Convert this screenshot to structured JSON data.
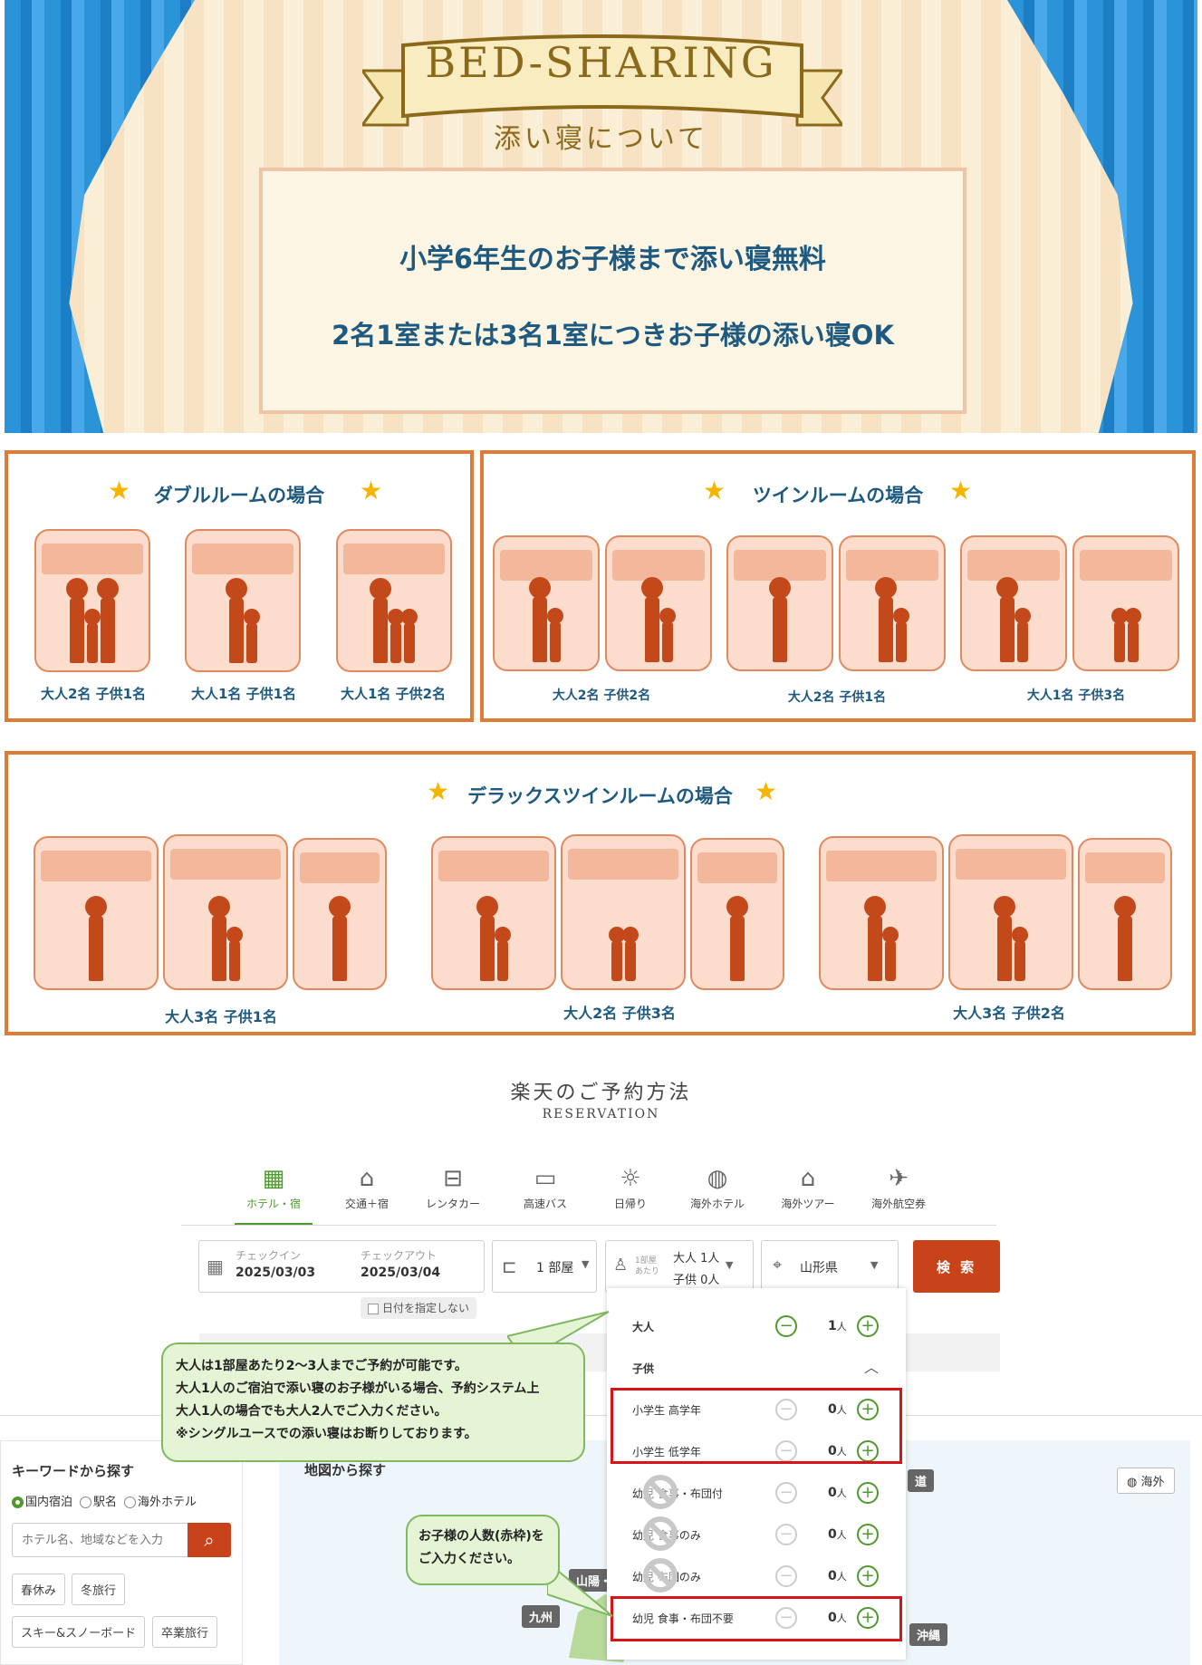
{
  "hero": {
    "banner_title": "BED-SHARING",
    "banner_subtitle": "添い寝について",
    "line1": "小学6年生のお子様まで添い寝無料",
    "line2": "2名1室または3名1室につきお子様の添い寝OK"
  },
  "double_room": {
    "title": "ダブルルームの場合",
    "captions": [
      "大人2名 子供1名",
      "大人1名 子供1名",
      "大人1名 子供2名"
    ]
  },
  "twin_room": {
    "title": "ツインルームの場合",
    "captions": [
      "大人2名 子供2名",
      "大人2名 子供1名",
      "大人1名 子供3名"
    ]
  },
  "deluxe_twin_room": {
    "title": "デラックスツインルームの場合",
    "captions": [
      "大人3名 子供1名",
      "大人2名 子供3名",
      "大人3名 子供2名"
    ]
  },
  "reservation": {
    "title": "楽天のご予約方法",
    "subtitle": "RESERVATION",
    "nav": [
      {
        "label": "ホテル・宿",
        "icon": "hotel-icon"
      },
      {
        "label": "交通＋宿",
        "icon": "train-hotel-icon"
      },
      {
        "label": "レンタカー",
        "icon": "car-icon"
      },
      {
        "label": "高速バス",
        "icon": "bus-icon"
      },
      {
        "label": "日帰り",
        "icon": "sun-icon"
      },
      {
        "label": "海外ホテル",
        "icon": "globe-hotel-icon"
      },
      {
        "label": "海外ツアー",
        "icon": "plane-hotel-icon"
      },
      {
        "label": "海外航空券",
        "icon": "plane-icon"
      }
    ],
    "checkin_label": "チェックイン",
    "checkin_value": "2025/03/03",
    "checkout_label": "チェックアウト",
    "checkout_value": "2025/03/04",
    "no_date_label": "日付を指定しない",
    "rooms_value": "1 部屋",
    "per_room_label": "1部屋あたり",
    "adult_summary": "大人 1人",
    "child_summary": "子供 0人",
    "prefecture": "山形県",
    "search_label": "検 索"
  },
  "guest_dropdown": {
    "adult_label": "大人",
    "adult_count": "1",
    "unit": "人",
    "child_label": "子供",
    "rows": [
      {
        "label": "小学生 高学年",
        "count": "0"
      },
      {
        "label": "小学生 低学年",
        "count": "0"
      },
      {
        "label": "幼児 食事・布団付",
        "count": "0"
      },
      {
        "label": "幼児 食事のみ",
        "count": "0"
      },
      {
        "label": "幼児 布団のみ",
        "count": "0"
      },
      {
        "label": "幼児 食事・布団不要",
        "count": "0"
      }
    ]
  },
  "callouts": {
    "adult_note": [
      "大人は1部屋あたり2〜3人までご予約が可能です。",
      "大人1人のご宿泊で添い寝のお子様がいる場合、予約システム上",
      "大人1人の場合でも大人2人でご入力ください。",
      "※シングルユースでの添い寝はお断りしております。"
    ],
    "child_note": [
      "お子様の人数(赤枠)を",
      "ご入力ください。"
    ]
  },
  "keyword_search": {
    "title": "キーワードから探す",
    "radios": [
      "国内宿泊",
      "駅名",
      "海外ホテル"
    ],
    "placeholder": "ホテル名、地域などを入力",
    "tags": [
      "春休み",
      "冬旅行",
      "スキー&スノーボード",
      "卒業旅行"
    ]
  },
  "map_search": {
    "title": "地図から探す",
    "overseas_label": "海外",
    "regions": [
      "山陽・",
      "九州",
      "沖縄",
      "道"
    ]
  },
  "colors": {
    "accent_orange": "#e07b35",
    "heading_blue": "#1e5a80",
    "green": "#4e9a2e",
    "red": "#d9131a",
    "search_red": "#c8421a"
  }
}
